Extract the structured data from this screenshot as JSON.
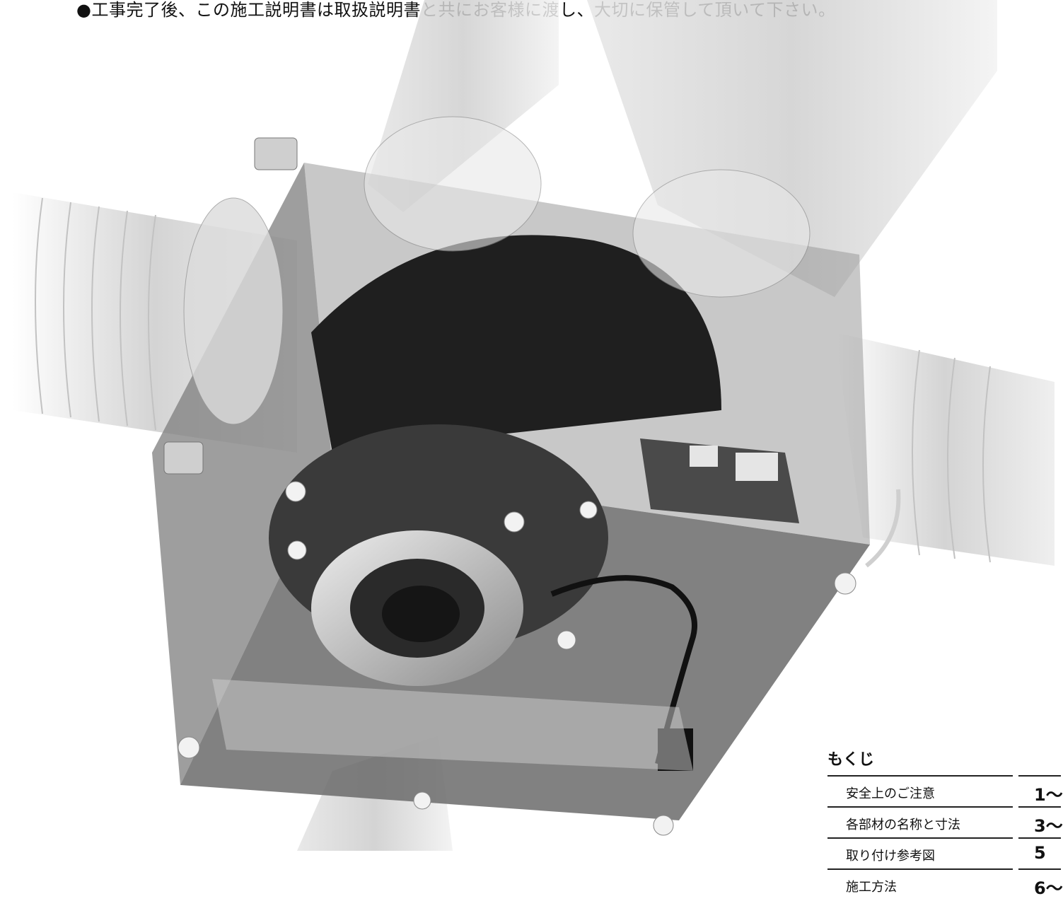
{
  "notice": "●工事完了後、この施工説明書は取扱説明書と共にお客様に渡し、大切に保管して頂いて下さい。",
  "toc": {
    "title": "もくじ",
    "items": [
      {
        "label": "安全上のご注意",
        "page": "1〜"
      },
      {
        "label": "各部材の名称と寸法",
        "page": "3〜"
      },
      {
        "label": "取り付け参考図",
        "page": "5"
      },
      {
        "label": "施工方法",
        "page": "6〜"
      }
    ]
  },
  "colors": {
    "background": "#ffffff",
    "duct": "#d9d9d9",
    "housing": "#6e6e6e",
    "dark": "#1f1f1f"
  }
}
